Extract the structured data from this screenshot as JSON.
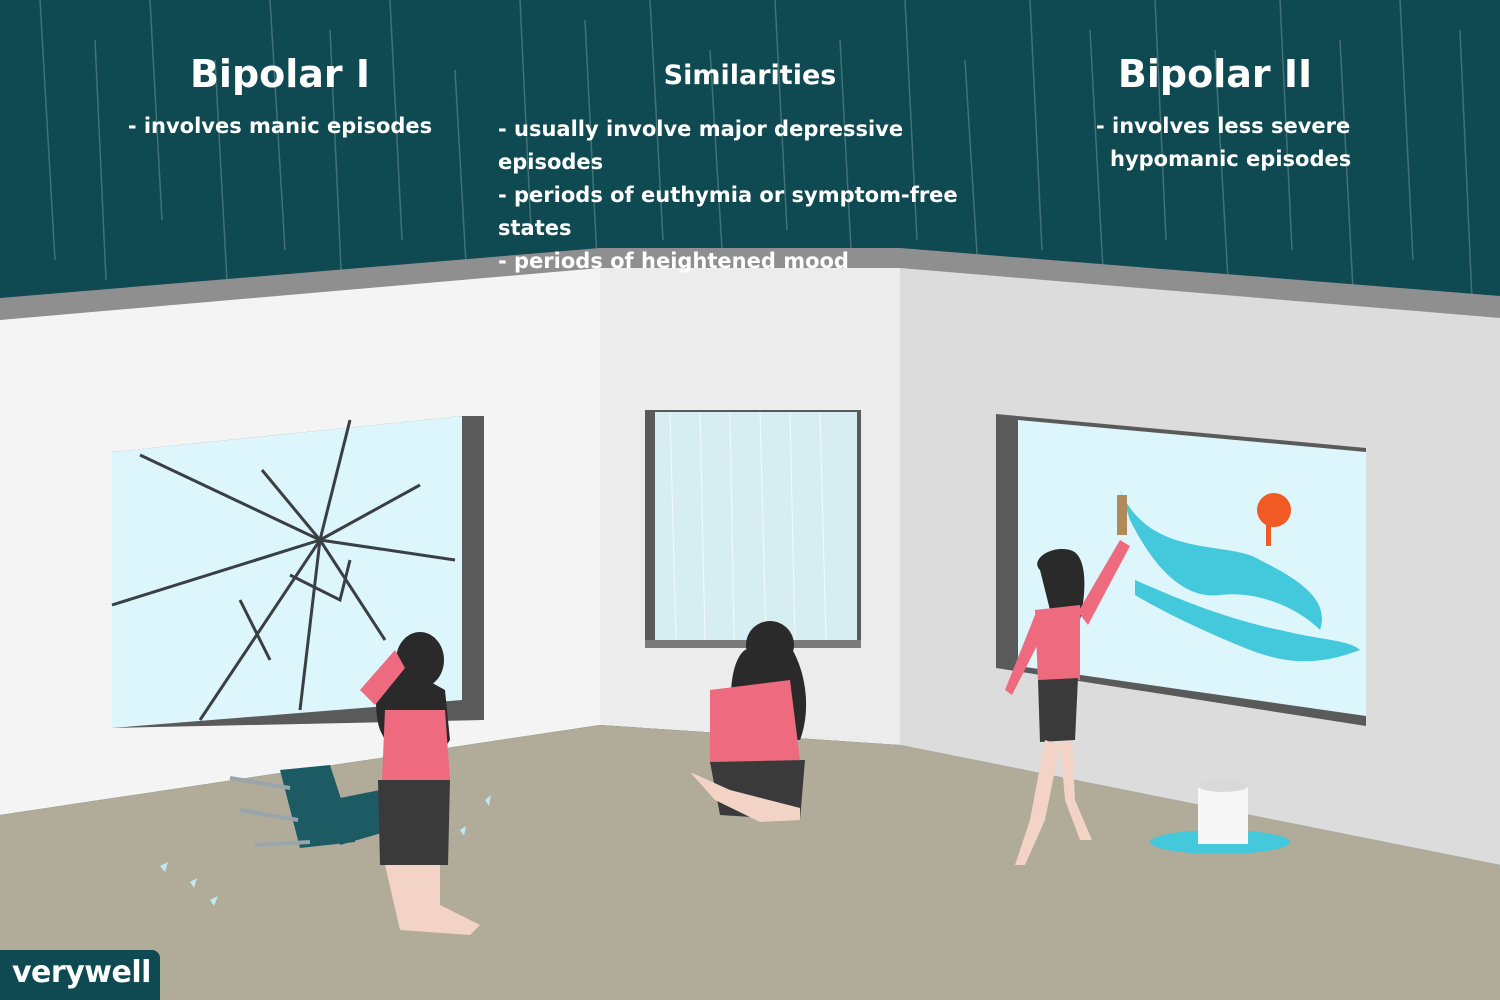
{
  "columns": {
    "bipolar1": {
      "title": "Bipolar I",
      "bullets": [
        "- involves manic episodes"
      ]
    },
    "similarities": {
      "title": "Similarities",
      "bullets": [
        "- usually involve major depressive episodes",
        "- periods of euthymia or symptom-free states",
        "- periods of heightened mood"
      ]
    },
    "bipolar2": {
      "title": "Bipolar II",
      "bullets": [
        "- involves less severe",
        "hypomanic episodes"
      ]
    }
  },
  "logo": "verywell",
  "colors": {
    "ceiling": "#0f4a52",
    "wall_left": "#f4f4f4",
    "wall_center": "#ececec",
    "wall_right": "#dcdcdc",
    "floor": "#b1ab99",
    "glass": "#ddf6fb",
    "shirt": "#ee6b7f",
    "skirt": "#3a3a3a",
    "skin": "#f3d3c6",
    "hair": "#2a2a2a",
    "paint_blue": "#43c8dc",
    "paint_red": "#f15a24"
  }
}
